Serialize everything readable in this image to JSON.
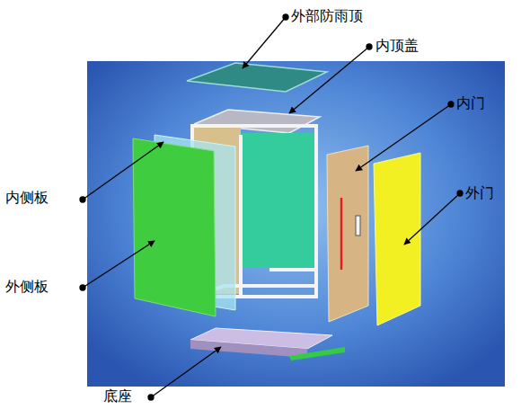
{
  "diagram": {
    "labels": [
      "外部防雨顶",
      "内顶盖",
      "内门",
      "外门",
      "内侧板",
      "外侧板",
      "底座"
    ]
  }
}
